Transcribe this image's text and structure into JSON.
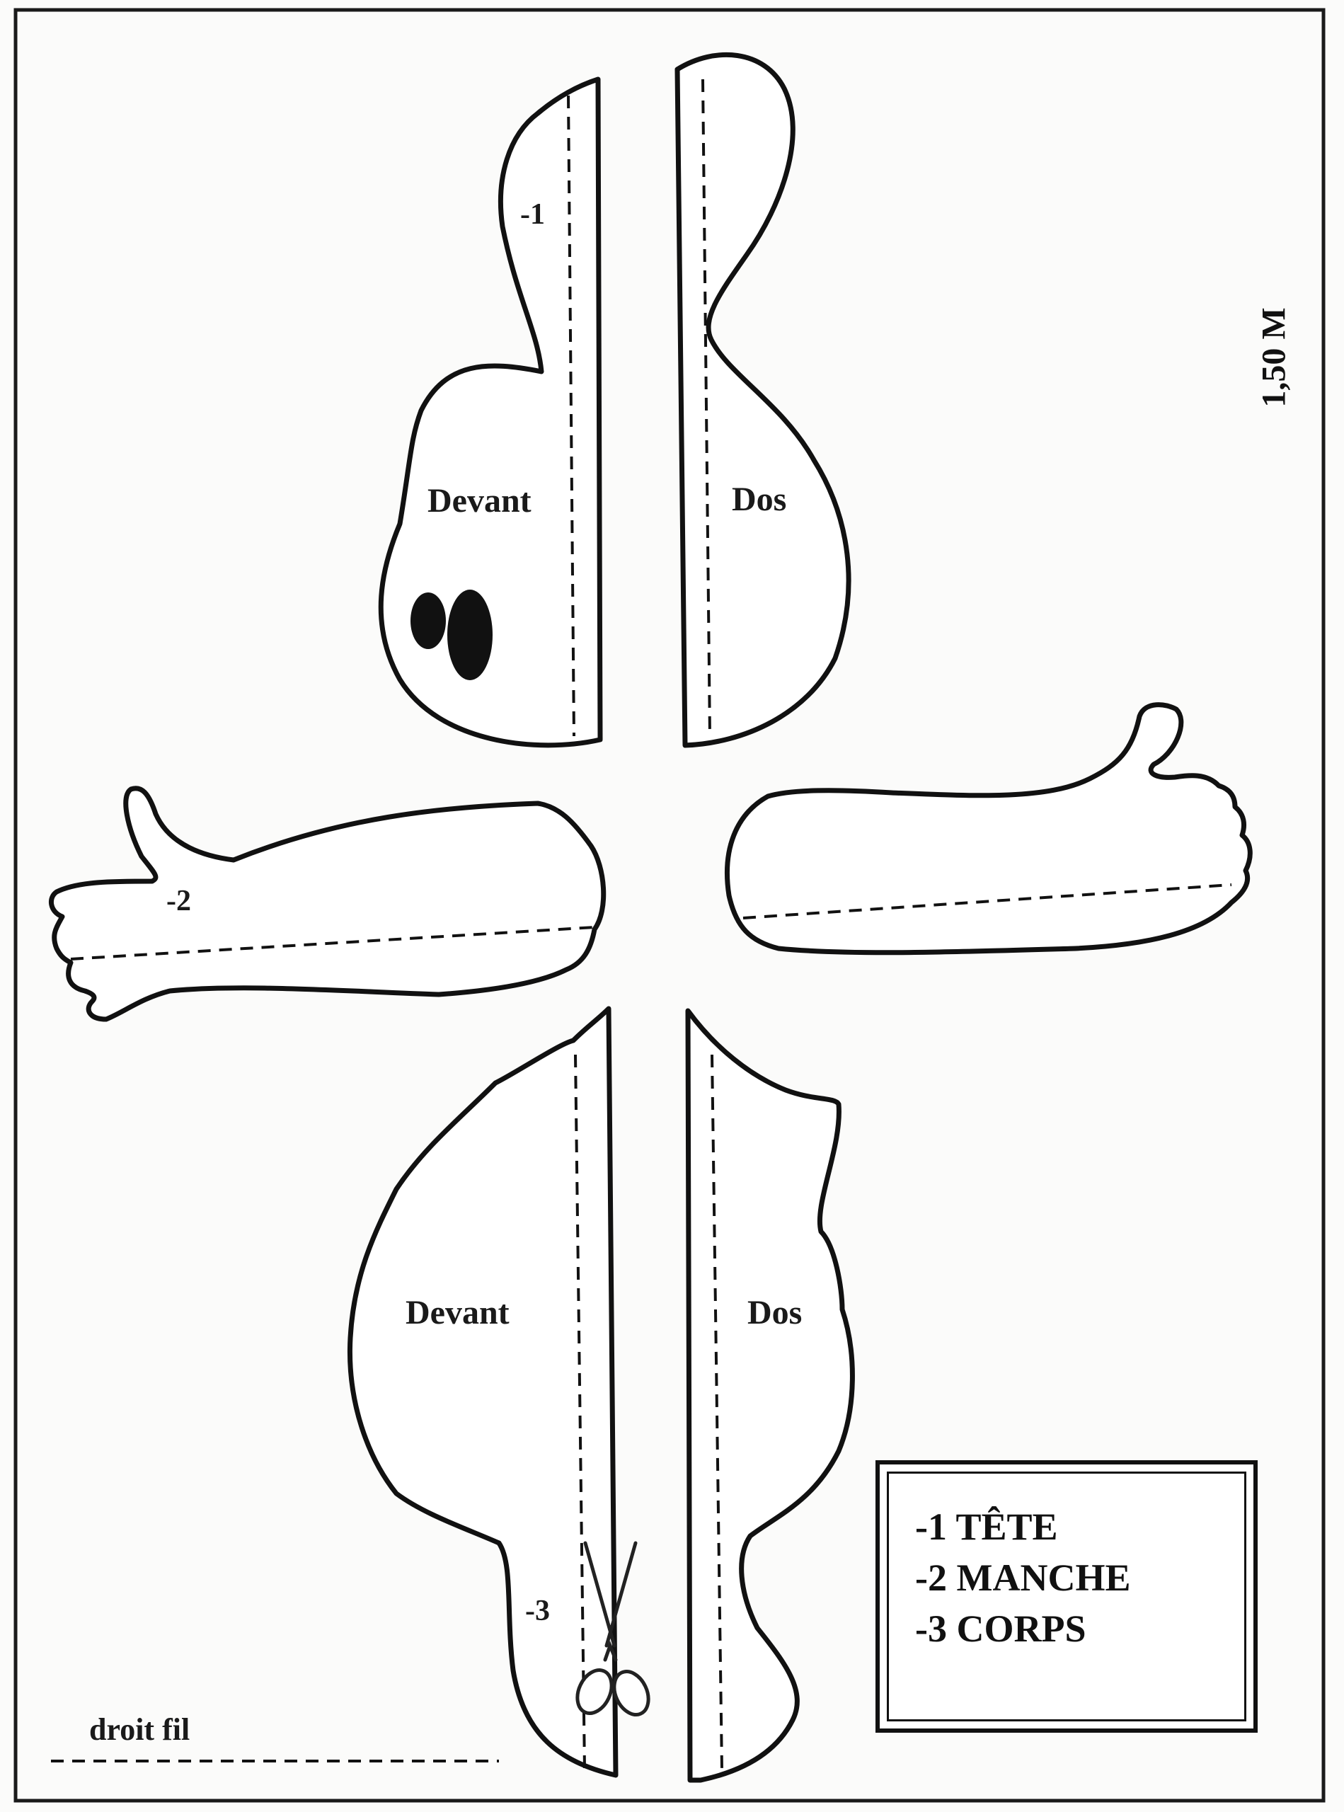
{
  "labels": {
    "head_front": "Devant",
    "head_back": "Dos",
    "body_front": "Devant",
    "body_back": "Dos",
    "head_number": "-1",
    "sleeve_number": "-2",
    "body_number": "-3",
    "size": "1,50 M",
    "grain": "droit fil"
  },
  "legend": {
    "items": [
      "-1 TÊTE",
      "-2 MANCHE",
      "-3 CORPS"
    ]
  },
  "colors": {
    "outline": "#111111",
    "paper": "#ffffff"
  }
}
